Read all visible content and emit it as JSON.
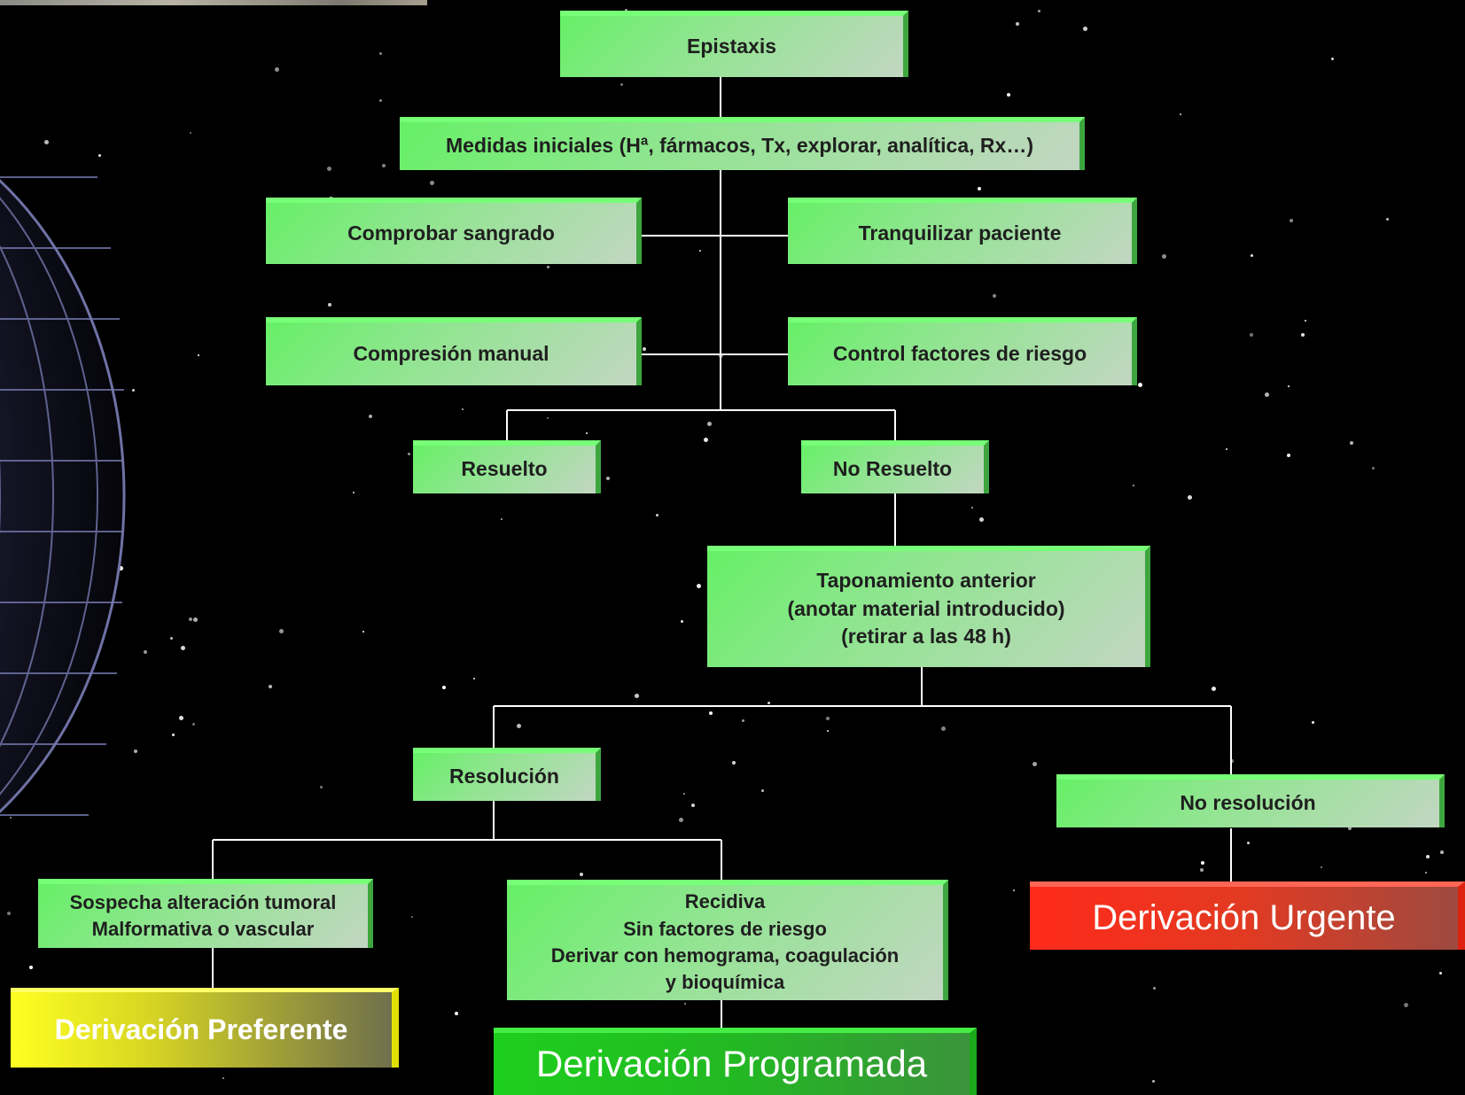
{
  "nodes": {
    "epistaxis": "Epistaxis",
    "medidas": "Medidas iniciales (Hª, fármacos, Tx, explorar, analítica, Rx…)",
    "comprobar": "Comprobar sangrado",
    "tranquilizar": "Tranquilizar paciente",
    "compresion": "Compresión manual",
    "control": "Control factores de riesgo",
    "resuelto": "Resuelto",
    "no_resuelto": "No Resuelto",
    "taponamiento": "Taponamiento anterior\n(anotar material introducido)\n(retirar a las 48 h)",
    "resolucion": "Resolución",
    "no_resolucion": "No resolución",
    "sospecha": "Sospecha alteración tumoral\nMalformativa o vascular",
    "recidiva": "Recidiva\nSin factores de riesgo\nDerivar con hemograma, coagulación\ny bioquímica"
  },
  "outcomes": {
    "preferente": "Derivación Preferente",
    "programada": "Derivación Programada",
    "urgente": "Derivación Urgente"
  },
  "colors": {
    "node": "#7ff07f",
    "preferente": "#ffff22",
    "programada": "#22c022",
    "urgente": "#ff2a1a",
    "background": "#000000",
    "connector": "#ffffff"
  }
}
